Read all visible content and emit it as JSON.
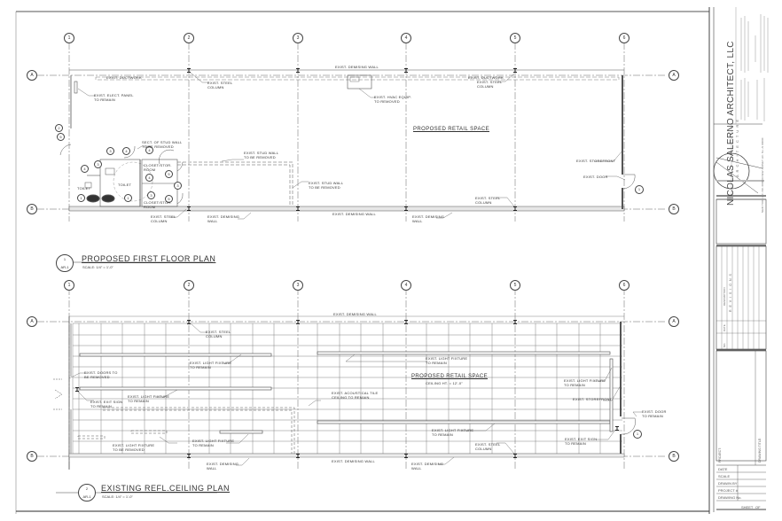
{
  "drawing": {
    "plan1": {
      "number": "1",
      "sheet_ref": "AR-1",
      "title": "PROPOSED FIRST FLOOR PLAN",
      "scale": "SCALE: 1/4\" = 1'-0\"",
      "room_name": "PROPOSED RETAIL SPACE",
      "grid_columns": [
        "1",
        "2",
        "3",
        "4",
        "5",
        "6"
      ],
      "grid_rows": [
        "A",
        "B"
      ],
      "notes": {
        "ductwork_left": "EXIST. DUCTWORK",
        "ductwork_right": "EXIST. DUCTWORK",
        "demising_wall_top": "EXIST. DEMISING WALL",
        "steel_column_2": "EXIST. STEEL\nCOLUMN",
        "steel_column_5": "EXIST. STEEL\nCOLUMN",
        "elect_panel": "EXIST. ELECT. PANEL\nTO REMAIN",
        "hvac": "EXIST. HVAC EQUIP.\nTO REMOVED",
        "sect_stud_wall": "SECT. OF STUD WALL\nTO BE REMOVED",
        "stud_wall_1": "EXIST. STUD WALL\nTO BE REMOVED",
        "stud_wall_2": "EXIST. STUD WALL\nTO BE REMOVED",
        "storefront": "EXIST. STOREFRONT",
        "door": "EXIST. DOOR",
        "steel_column_b4": "EXIST. STEEL\nCOLUMN",
        "steel_column_b2": "EXIST. STEEL\nCOLUMN",
        "demising_wall_b1": "EXIST. DEMISING\nWALL",
        "demising_wall_b_mid": "EXIST. DEMISING WALL",
        "demising_wall_b2": "EXIST. DEMISING\nWALL",
        "toilet_1": "TOILET",
        "toilet_2": "TOILET",
        "closet_1": "CLOSET/STOR.\nROOM",
        "closet_2": "CLOSET/STOR.\nROOM"
      },
      "door_tags": [
        "1",
        "2",
        "3",
        "4",
        "5"
      ]
    },
    "plan2": {
      "number": "2",
      "sheet_ref": "AR-1",
      "title": "EXISTING REFL.CEILING PLAN",
      "scale": "SCALE: 1/4\" = 1'-0\"",
      "room_name": "PROPOSED RETAIL SPACE",
      "ceiling_height": "CEILING HT. = 12'-0\"",
      "grid_columns": [
        "1",
        "2",
        "3",
        "4",
        "5",
        "6"
      ],
      "grid_rows": [
        "A",
        "B"
      ],
      "notes": {
        "demising_wall_top": "EXIST. DEMISING WALL",
        "steel_column_top": "EXIST. STEEL\nCOLUMN",
        "light_fixture_1": "EXIST. LIGHT FIXTURE\nTO REMAIN",
        "light_fixture_2": "EXIST. LIGHT FIXTURE\nTO REMAIN",
        "light_fixture_3": "EXIST. LIGHT FIXTURE\nTO REMAIN",
        "light_fixture_4": "EXIST. LIGHT FIXTURE\nTO REMAIN",
        "light_fixture_5": "EXIST. LIGHT FIXTURE\nTO REMAIN",
        "light_fixture_6": "EXIST. LIGHT FIXTURE\nTO REMAIN",
        "light_fixture_removed": "EXIST. LIGHT FIXTURE\nTO BE REMOVED",
        "doors_removed": "EXIST. DOORS TO\nBE REMOVED",
        "exit_sign_left": "EXIST. EXIT SIGN\nTO REMAIN",
        "exit_sign_right": "EXIST. EXIT SIGN\nTO REMAIN",
        "acoustical_tile": "EXIST. ACOUSTICAL TILE\nCEILING TO REMAIN",
        "storefront": "EXIST. STOREFRONT",
        "door": "EXIST. DOOR\nTO REMAIN",
        "steel_column_bottom": "EXIST. STEEL\nCOLUMN",
        "demising_wall_b1": "EXIST. DEMISING\nWALL",
        "demising_wall_b_mid": "EXIST. DEMISING WALL",
        "demising_wall_b2": "EXIST. DEMISING\nWALL"
      }
    }
  },
  "title_block": {
    "firm_name": "NICOLAS SALERNO ARCHITECT, LLC",
    "firm_subtitle": "A R C H I T E C T U R E",
    "firm_address": "NEW YORK LIC. NO. 000000  NEW JERSEY LIC. No. AI 00000",
    "revisions_header": "R E V I S I O N S",
    "rev_columns": [
      "NO.",
      "DATE",
      "DESCRIPTION"
    ],
    "project_label": "PROJECT:",
    "drawing_title_label": "DRAWING TITLE:",
    "fields": [
      {
        "label": "DATE",
        "value": ""
      },
      {
        "label": "SCALE",
        "value": ""
      },
      {
        "label": "DRAWN BY",
        "value": ""
      },
      {
        "label": "PROJECT #",
        "value": ""
      },
      {
        "label": "DRAWING No.",
        "value": ""
      }
    ],
    "sheet_label": "SHEET",
    "sheet_of": "OF"
  }
}
